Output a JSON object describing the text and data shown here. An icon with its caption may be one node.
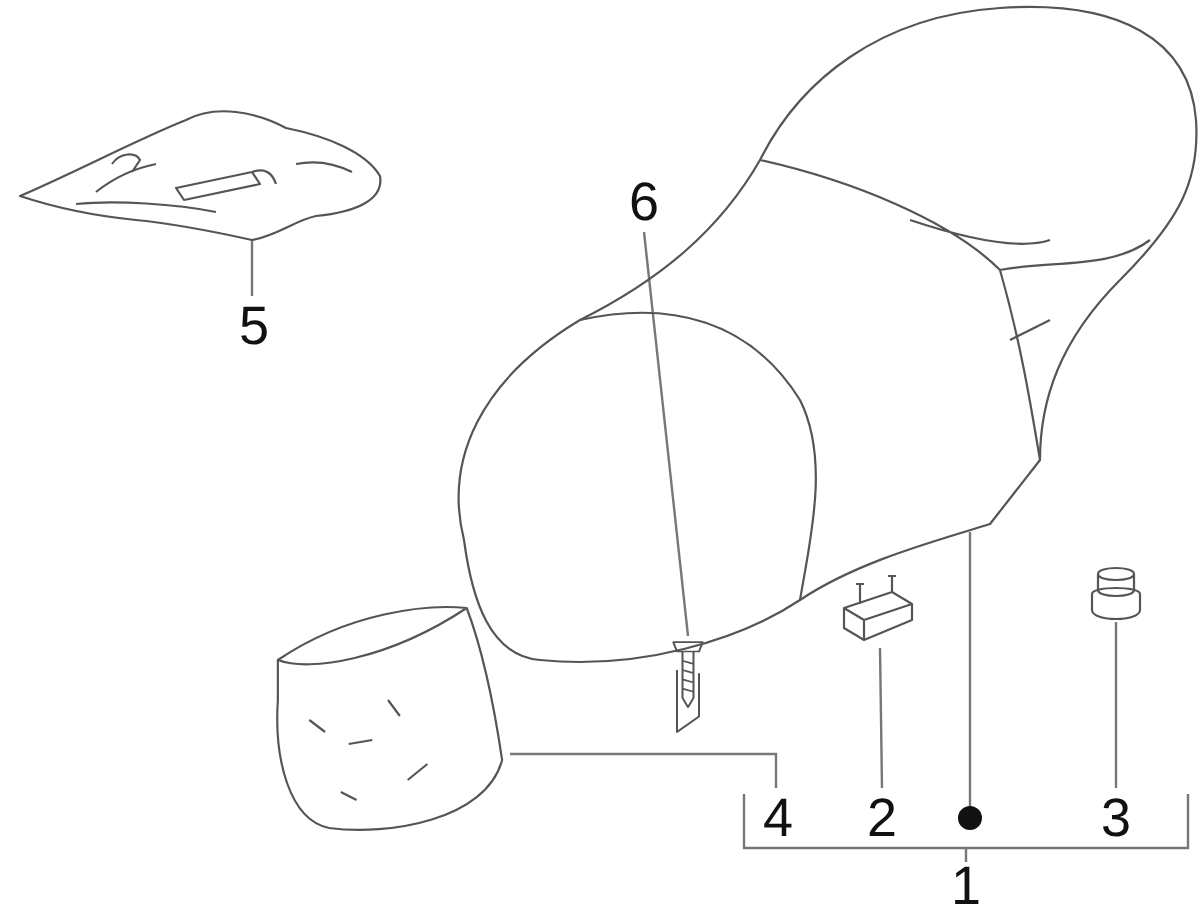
{
  "diagram": {
    "nodes": [
      {
        "text": [],
        "shape": "picture"
      },
      {
        "text": [
          "5"
        ]
      },
      {
        "text": [
          "6"
        ]
      },
      {
        "text": [],
        "shape": "picture"
      },
      {
        "text": [],
        "shape": "picture"
      },
      {
        "text": [],
        "shape": "picture"
      },
      {
        "text": [],
        "shape": "picture"
      },
      {
        "text": [],
        "shape": "picture"
      },
      {
        "text": [
          "4"
        ]
      },
      {
        "text": [
          "2"
        ]
      },
      {
        "text": [],
        "shape": "circle"
      },
      {
        "text": [
          "3"
        ]
      }
    ],
    "edges": [
      {
        "from": 1,
        "to": 0,
        "arrow": "none"
      },
      {
        "from": 2,
        "to": 4,
        "arrow": "none"
      },
      {
        "from": 8,
        "to": 7,
        "arrow": "none"
      },
      {
        "from": 9,
        "to": 6,
        "arrow": "none"
      },
      {
        "from": 11,
        "to": 5,
        "arrow": "none"
      },
      {
        "from": 10,
        "to": 3,
        "arrow": "none"
      }
    ],
    "labels": [
      "1"
    ]
  }
}
